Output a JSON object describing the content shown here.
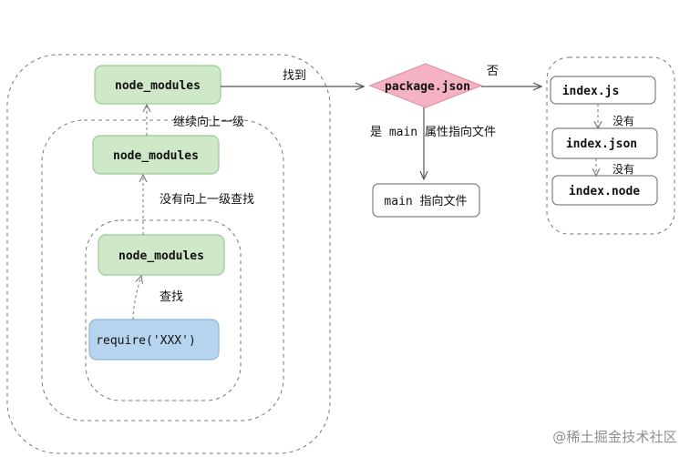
{
  "diagram": {
    "nodes": {
      "node_modules_top": "node_modules",
      "node_modules_mid": "node_modules",
      "node_modules_bottom": "node_modules",
      "require_call": "require('XXX')",
      "package_json": "package.json",
      "main_file": "main 指向文件",
      "index_js": "index.js",
      "index_json": "index.json",
      "index_node": "index.node"
    },
    "labels": {
      "found": "找到",
      "continue_up": "继续向上一级",
      "not_found_up": "没有向上一级查找",
      "search": "查找",
      "main_is_prop": "是 main 属性指向文件",
      "no": "否",
      "none_1": "没有",
      "none_2": "没有"
    },
    "colors": {
      "green_fill": "#cfe9c8",
      "green_stroke": "#9bc998",
      "blue_fill": "#b7d4ef",
      "blue_stroke": "#8cb5dd",
      "pink_fill": "#f4b2c2",
      "pink_stroke": "#e28fa6",
      "line": "#555555",
      "dash": "#777777"
    }
  },
  "watermark": "@稀土掘金技术社区"
}
